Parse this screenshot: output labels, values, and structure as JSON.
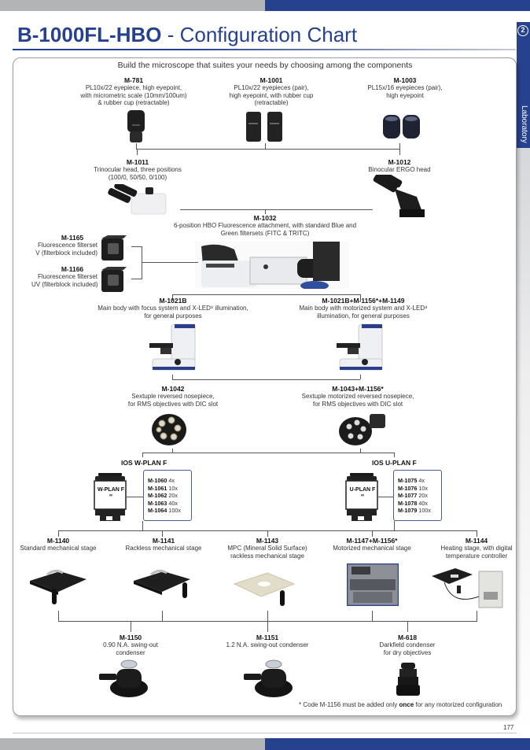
{
  "header": {
    "model": "B-1000FL-HBO",
    "title_rest": " - Configuration Chart",
    "subtitle": "Build the microscope that suites your needs by choosing among the components"
  },
  "side_tab": {
    "number": "2",
    "label": "Laboratory"
  },
  "eyepieces": [
    {
      "code": "M-781",
      "desc": [
        "PL10x/22 eyepiece, high eyepoint,",
        "with micrometric scale (10mm/100um)",
        "& rubber cup (retractable)"
      ],
      "image": "eyepiece-single"
    },
    {
      "code": "M-1001",
      "desc": [
        "PL10x/22 eyepieces (pair),",
        "high eyepoint, with rubber cup",
        "(retractable)"
      ],
      "image": "eyepiece-pair"
    },
    {
      "code": "M-1003",
      "desc": [
        "PL15x/16 eyepieces (pair),",
        "high eyepoint"
      ],
      "image": "eyepiece-pair-wide"
    }
  ],
  "heads": [
    {
      "code": "M-1011",
      "desc": [
        "Trinocular head, three positions",
        "(100/0, 50/50, 0/100)"
      ],
      "image": "trinocular-head"
    },
    {
      "code": "M-1012",
      "desc": [
        "Binocular ERGO head"
      ],
      "image": "binocular-head"
    }
  ],
  "fluorescence": {
    "code": "M-1032",
    "desc": [
      "6-position HBO Fluorescence attachment, with standard Blue and",
      "Green filtersets (FITC & TRITC)"
    ],
    "image": "fluorescence-attachment",
    "filtersets": [
      {
        "code": "M-1165",
        "desc": [
          "Fluorescence filterset",
          "V (filterblock included)"
        ],
        "image": "filter-cube"
      },
      {
        "code": "M-1166",
        "desc": [
          "Fluorescence filterset",
          "UV (filterblock included)"
        ],
        "image": "filter-cube"
      }
    ]
  },
  "bodies": [
    {
      "code": "M-1021B",
      "desc": [
        "Main body with focus system and X-LED⁸ illumination,",
        "for general purposes"
      ],
      "image": "main-body"
    },
    {
      "code": "M-1021B+M-1156*+M-1149",
      "desc": [
        "Main body with motorized system and X-LED⁸",
        "illumination, for general purposes"
      ],
      "image": "main-body"
    }
  ],
  "nosepieces": [
    {
      "code": "M-1042",
      "desc": [
        "Sextuple reversed nosepiece,",
        "for RMS objectives with DIC slot"
      ],
      "image": "nosepiece"
    },
    {
      "code": "M-1043+M-1156*",
      "desc": [
        "Sextuple motorized reversed nosepiece,",
        "for RMS objectives with DIC slot"
      ],
      "image": "motorized-nosepiece"
    }
  ],
  "objectives": [
    {
      "series": "IOS W-PLAN F",
      "barrel_label": "W-PLAN F",
      "barrel_sub": "∞",
      "items": [
        {
          "code": "M-1060",
          "mag": "4x"
        },
        {
          "code": "M-1061",
          "mag": "10x"
        },
        {
          "code": "M-1062",
          "mag": "20x"
        },
        {
          "code": "M-1063",
          "mag": "40x"
        },
        {
          "code": "M-1064",
          "mag": "100x"
        }
      ]
    },
    {
      "series": "IOS U-PLAN F",
      "barrel_label": "U-PLAN F",
      "barrel_sub": "∞",
      "items": [
        {
          "code": "M-1075",
          "mag": "4x"
        },
        {
          "code": "M-1076",
          "mag": "10x"
        },
        {
          "code": "M-1077",
          "mag": "20x"
        },
        {
          "code": "M-1078",
          "mag": "40x"
        },
        {
          "code": "M-1079",
          "mag": "100x"
        }
      ]
    }
  ],
  "stages": [
    {
      "code": "M-1140",
      "desc": [
        "Standard mechanical stage"
      ],
      "image": "stage-black"
    },
    {
      "code": "M-1141",
      "desc": [
        "Rackless mechanical stage"
      ],
      "image": "stage-black"
    },
    {
      "code": "M-1143",
      "desc": [
        "MPC (Mineral Solid Surface)",
        "rackless mechanical stage"
      ],
      "image": "stage-beige"
    },
    {
      "code": "M-1147+M-1156*",
      "desc": [
        "Motorized mechanical stage"
      ],
      "image": "stage-motorized"
    },
    {
      "code": "M-1144",
      "desc": [
        "Heating stage, with digital",
        "temperature controller"
      ],
      "image": "stage-heating"
    }
  ],
  "condensers": [
    {
      "code": "M-1150",
      "desc": [
        "0.90 N.A. swing-out",
        "condenser"
      ],
      "image": "condenser"
    },
    {
      "code": "M-1151",
      "desc": [
        "1.2 N.A. swing-out condenser"
      ],
      "image": "condenser"
    },
    {
      "code": "M-618",
      "desc": [
        "Darkfield condenser",
        "for dry objectives"
      ],
      "image": "darkfield-condenser"
    }
  ],
  "footnote": {
    "pre": "* Code M-1156 must be added only ",
    "bold": "once",
    "post": " for any motorized configuration"
  },
  "page_number": "177",
  "colors": {
    "brand_blue": "#26418e",
    "bar_gray": "#b3b4b6",
    "line": "#555555"
  }
}
